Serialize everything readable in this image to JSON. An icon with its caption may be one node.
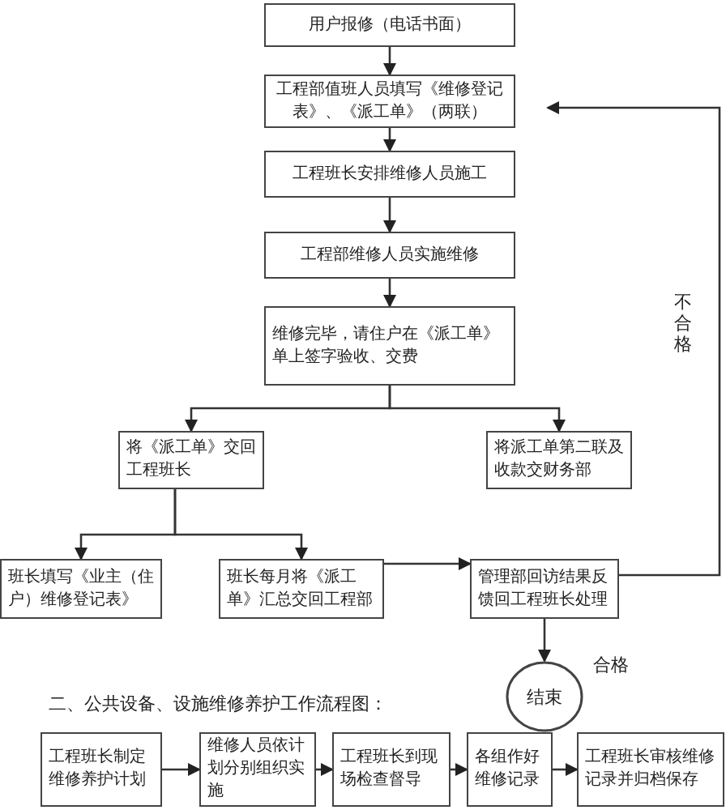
{
  "diagram": {
    "nodes": [
      {
        "text": [
          "用户报修（电话书面）"
        ]
      },
      {
        "text": [
          "工程部值班人员填写《维修登记表》、《派工单》（两联）"
        ]
      },
      {
        "text": [
          "工程班长安排维修人员施工"
        ]
      },
      {
        "text": [
          "工程部维修人员实施维修"
        ]
      },
      {
        "text": [
          "维修完毕，请住户在《派工单》单上签字验收、交费"
        ]
      },
      {
        "text": [
          "将《派工单》交回工程班长"
        ]
      },
      {
        "text": [
          "将派工单第二联及收款交财务部"
        ]
      },
      {
        "text": [
          "班长填写《业主（住户）维修登记表》"
        ]
      },
      {
        "text": [
          "班长每月将《派工单》汇总交回工程部"
        ]
      },
      {
        "text": [
          "管理部回访结果反馈回工程班长处理"
        ]
      },
      {
        "text": [
          "结束"
        ]
      },
      {
        "text": [
          "工程班长制定维修养护计划"
        ]
      },
      {
        "text": [
          "维修人员依计划分别组织实施"
        ]
      },
      {
        "text": [
          "工程班长到现场检查督导"
        ]
      },
      {
        "text": [
          "各组作好维修记录"
        ]
      },
      {
        "text": [
          "工程班长审核维修记录并归档保存"
        ]
      }
    ],
    "edges": [
      {
        "from": 0,
        "to": 1,
        "arrow": "to"
      },
      {
        "from": 1,
        "to": 2,
        "arrow": "to"
      },
      {
        "from": 2,
        "to": 3,
        "arrow": "to"
      },
      {
        "from": 3,
        "to": 4,
        "arrow": "to"
      },
      {
        "from": 4,
        "to": 5,
        "arrow": "to"
      },
      {
        "from": 4,
        "to": 6,
        "arrow": "to"
      },
      {
        "from": 5,
        "to": 7,
        "arrow": "to"
      },
      {
        "from": 5,
        "to": 8,
        "arrow": "to"
      },
      {
        "from": 8,
        "to": 9,
        "arrow": "to"
      },
      {
        "from": 9,
        "to": 1,
        "arrow": "to",
        "label": "不合格"
      },
      {
        "from": 9,
        "to": 10,
        "arrow": "to",
        "label": "合格"
      },
      {
        "from": 11,
        "to": 12,
        "arrow": "to"
      },
      {
        "from": 12,
        "to": 13,
        "arrow": "to"
      },
      {
        "from": 13,
        "to": 14,
        "arrow": "to"
      },
      {
        "from": 14,
        "to": 15,
        "arrow": "to"
      }
    ],
    "labels": [
      "二、公共设备、设施维修养护工作流程图："
    ]
  }
}
